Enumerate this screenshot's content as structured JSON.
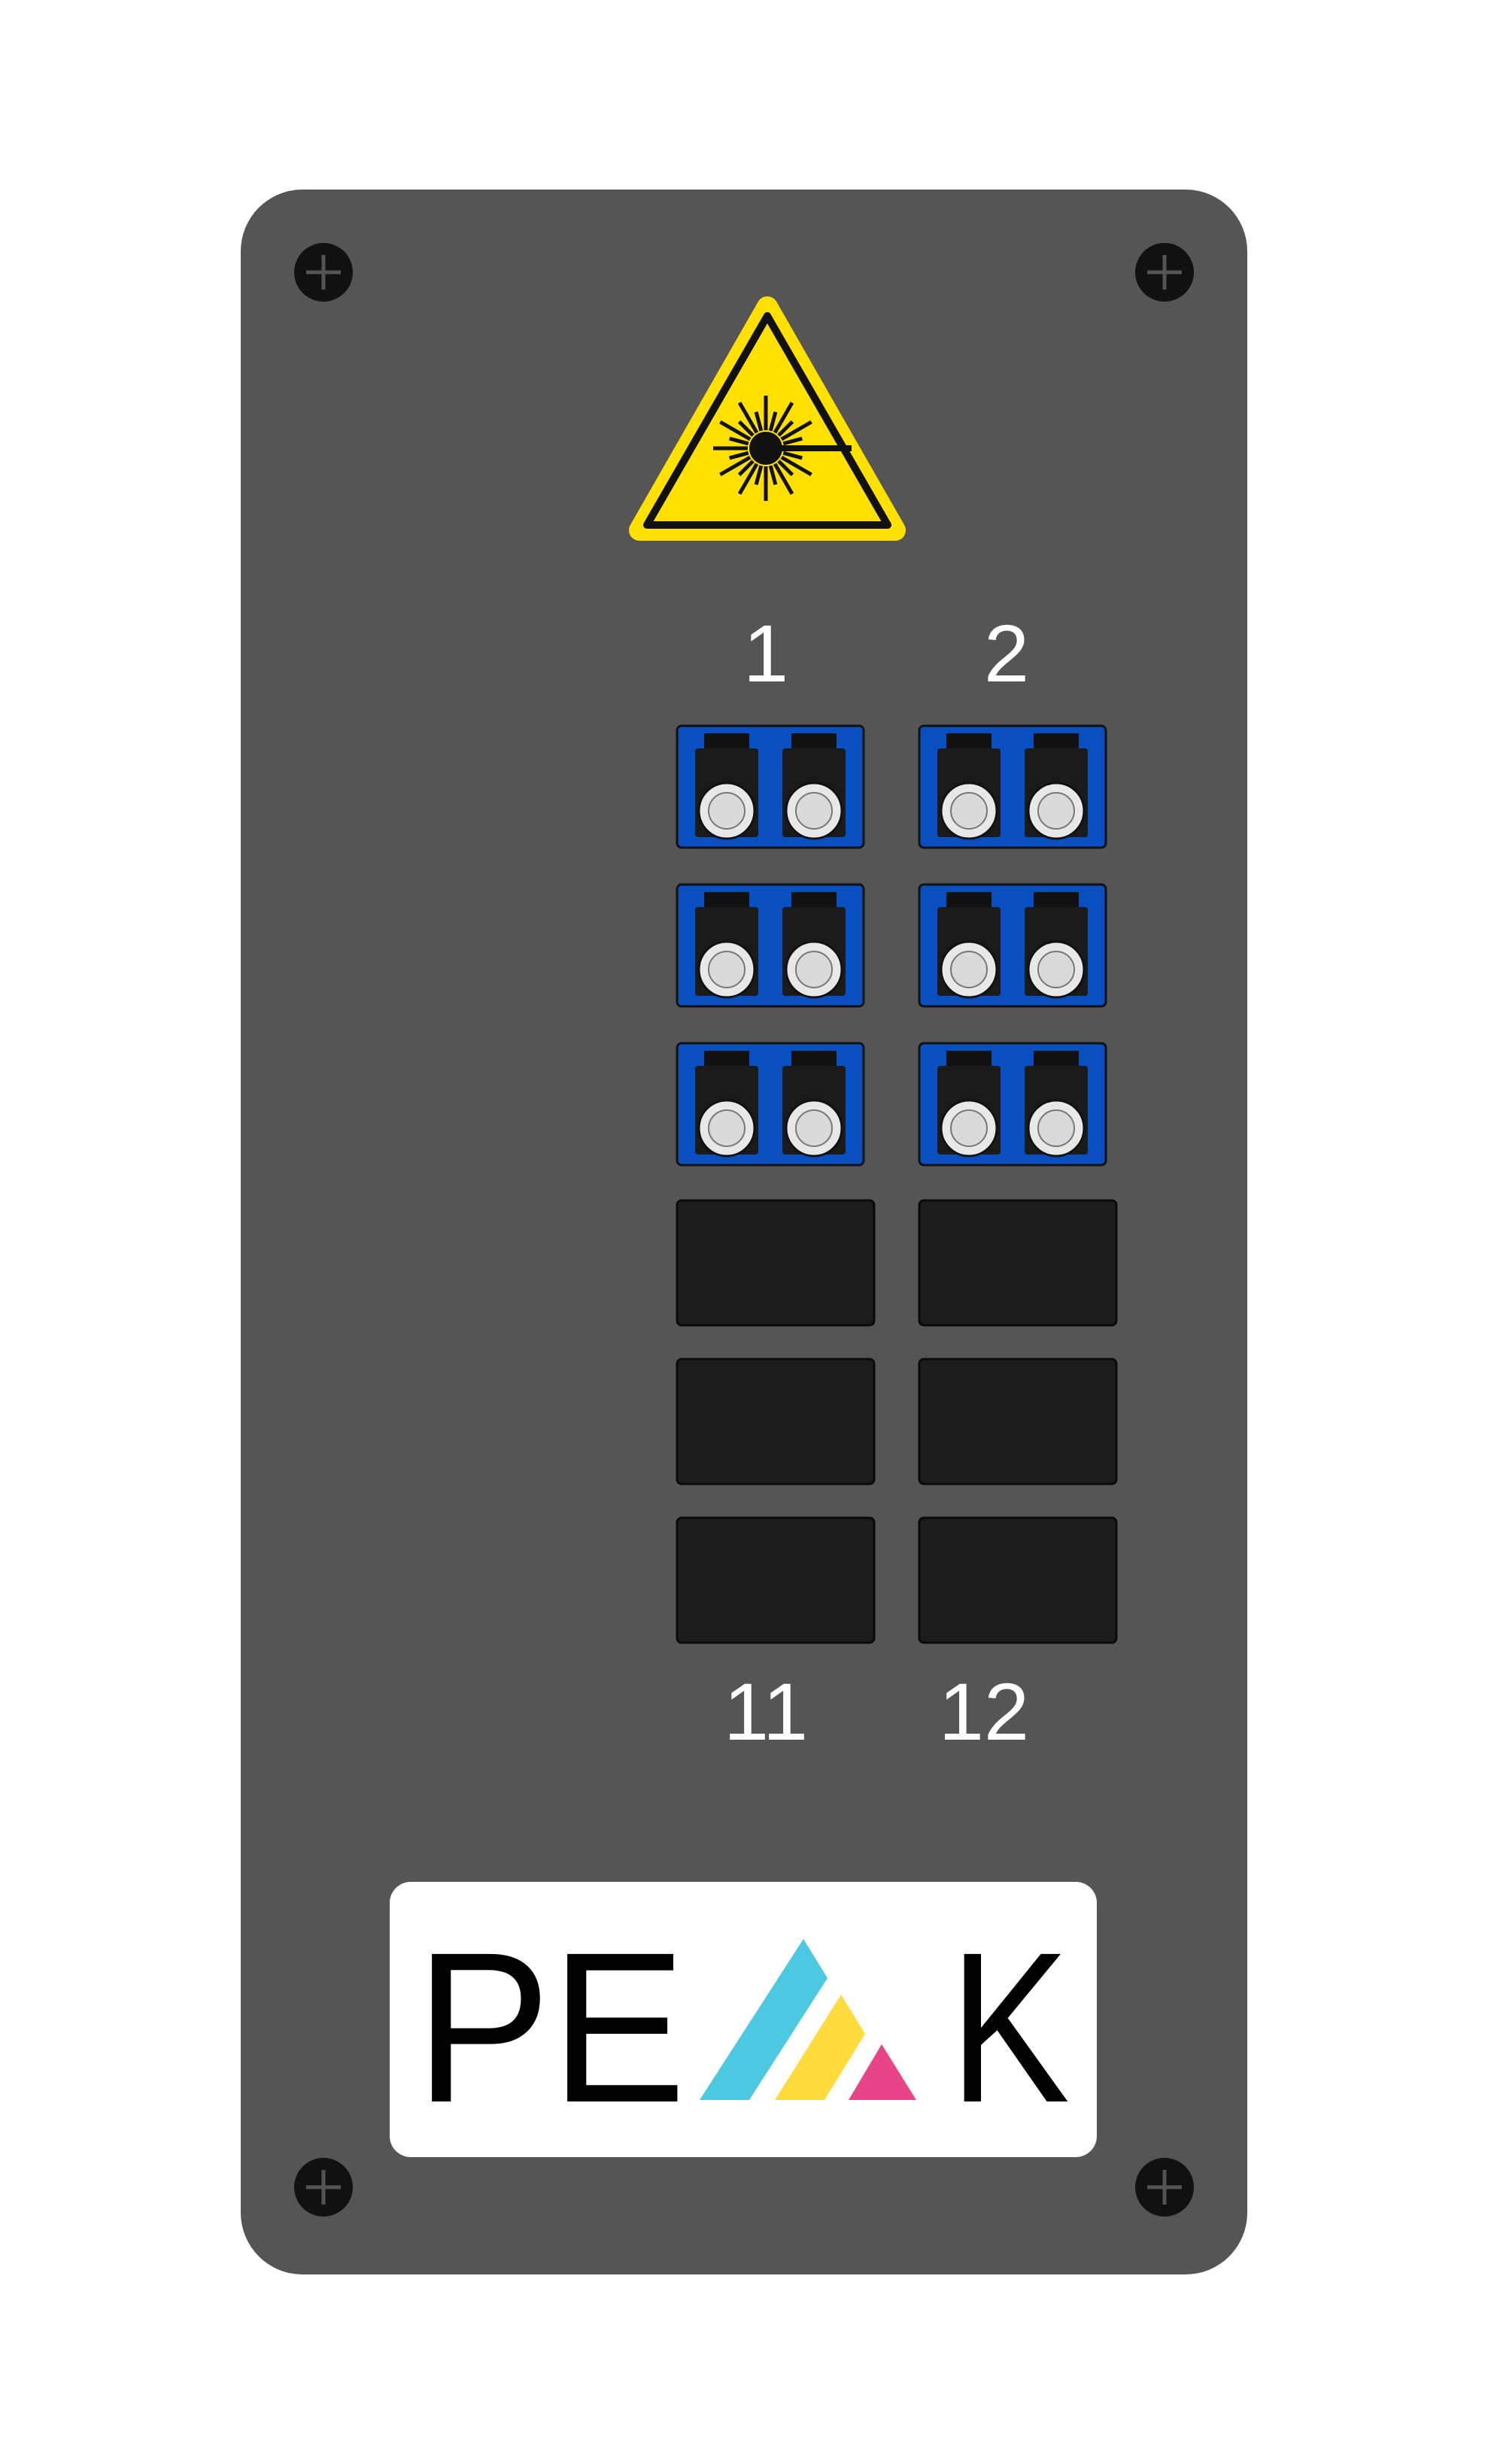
{
  "panel": {
    "color": "#555555",
    "screw_color": "#111111",
    "warning_sign": {
      "icon": "laser-radiation-warning-icon",
      "fill": "#FFE000",
      "stroke": "#111111"
    }
  },
  "port_labels": {
    "top_left": "1",
    "top_right": "2",
    "bottom_left": "11",
    "bottom_right": "12"
  },
  "ports": {
    "columns": 2,
    "rows": 6,
    "slots": [
      {
        "row": 1,
        "col": 1,
        "state": "lc-duplex"
      },
      {
        "row": 1,
        "col": 2,
        "state": "lc-duplex"
      },
      {
        "row": 2,
        "col": 1,
        "state": "lc-duplex"
      },
      {
        "row": 2,
        "col": 2,
        "state": "lc-duplex"
      },
      {
        "row": 3,
        "col": 1,
        "state": "lc-duplex"
      },
      {
        "row": 3,
        "col": 2,
        "state": "lc-duplex"
      },
      {
        "row": 4,
        "col": 1,
        "state": "blank"
      },
      {
        "row": 4,
        "col": 2,
        "state": "blank"
      },
      {
        "row": 5,
        "col": 1,
        "state": "blank"
      },
      {
        "row": 5,
        "col": 2,
        "state": "blank"
      },
      {
        "row": 6,
        "col": 1,
        "state": "blank"
      },
      {
        "row": 6,
        "col": 2,
        "state": "blank"
      }
    ],
    "adapter_color": "#0A4FC0",
    "blank_color": "#1C1C1C"
  },
  "logo": {
    "text_left": "PE",
    "text_right": "K",
    "colors": {
      "text": "#000000",
      "cyan": "#4CC8E0",
      "yellow": "#FFDC3C",
      "magenta": "#E8448A"
    }
  }
}
